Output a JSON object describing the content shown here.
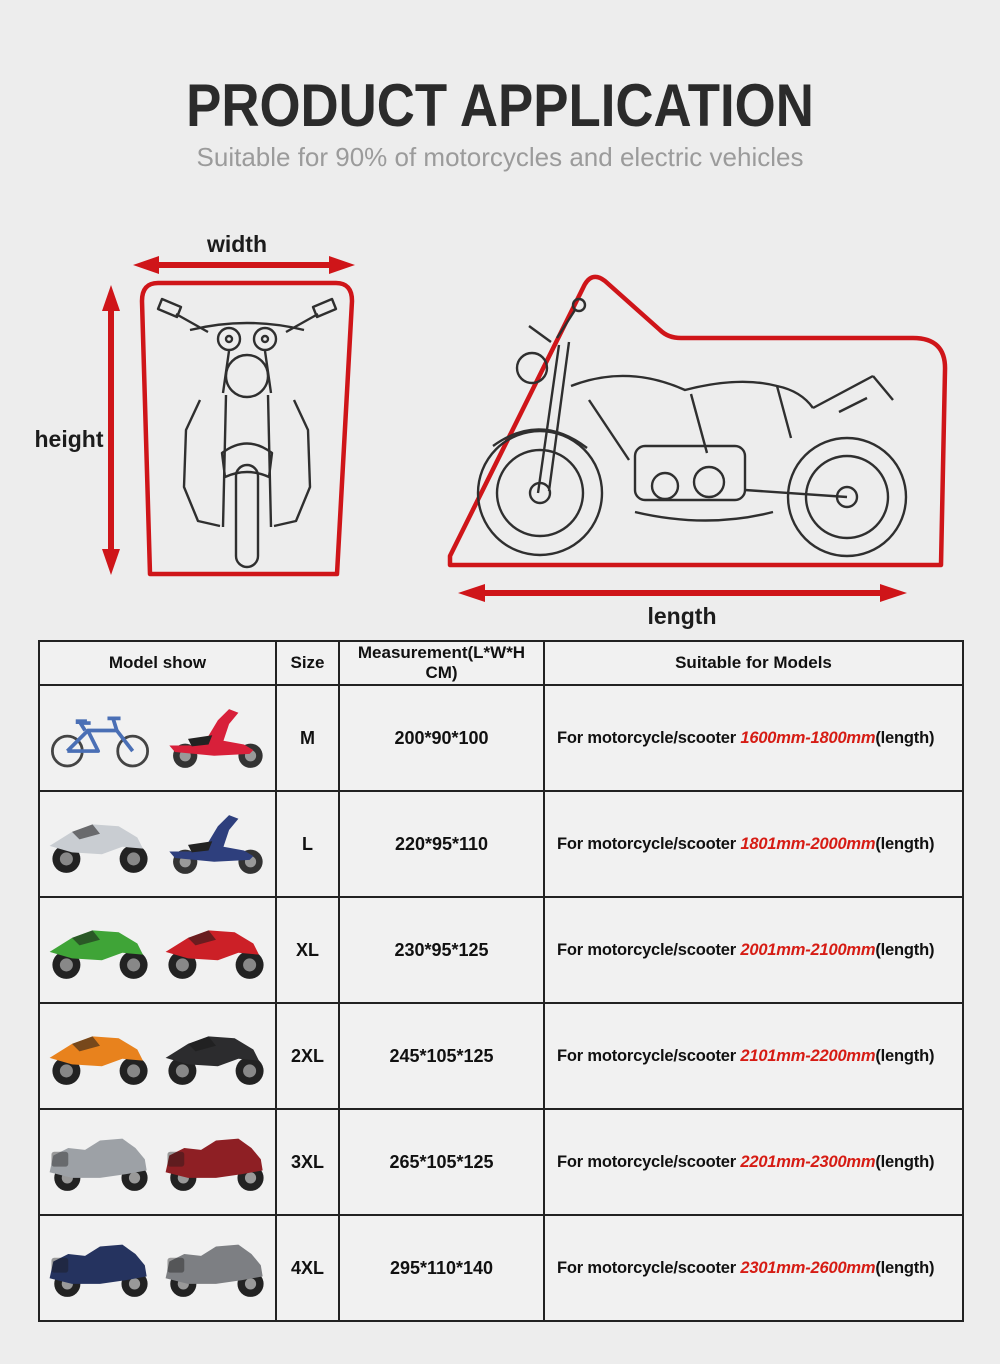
{
  "page": {
    "title": "PRODUCT APPLICATION",
    "subtitle": "Suitable for 90% of motorcycles and electric vehicles"
  },
  "colors": {
    "accent_red": "#d61c14",
    "cover_outline_red": "#cf1519",
    "sketch_line": "#2f2f2f"
  },
  "diagram": {
    "width_label": "width",
    "height_label": "height",
    "length_label": "length"
  },
  "table": {
    "headers": [
      "Model show",
      "Size",
      "Measurement(L*W*H CM)",
      "Suitable for Models"
    ],
    "rows": [
      {
        "size": "M",
        "measurement": "200*90*100",
        "suitable_prefix": "For motorcycle/scooter ",
        "suitable_range": "1600mm-1800mm",
        "suitable_suffix": "(length)",
        "vehicles": [
          {
            "type": "bicycle",
            "label": "blue electric bicycle",
            "color": "#4a6fb5"
          },
          {
            "type": "scooter",
            "label": "red electric scooter",
            "color": "#d8203a"
          }
        ]
      },
      {
        "size": "L",
        "measurement": "220*95*110",
        "suitable_prefix": "For motorcycle/scooter ",
        "suitable_range": "1801mm-2000mm",
        "suitable_suffix": "(length)",
        "vehicles": [
          {
            "type": "sport",
            "label": "white underbone motorcycle",
            "color": "#c9cdd2"
          },
          {
            "type": "scooter",
            "label": "dark blue scooter",
            "color": "#2e3f7d"
          }
        ]
      },
      {
        "size": "XL",
        "measurement": "230*95*125",
        "suitable_prefix": "For motorcycle/scooter ",
        "suitable_range": "2001mm-2100mm",
        "suitable_suffix": "(length)",
        "vehicles": [
          {
            "type": "sport",
            "label": "green sport motorcycle",
            "color": "#3fa437"
          },
          {
            "type": "sport",
            "label": "red sport motorcycle",
            "color": "#cc2027"
          }
        ]
      },
      {
        "size": "2XL",
        "measurement": "245*105*125",
        "suitable_prefix": "For motorcycle/scooter ",
        "suitable_range": "2101mm-2200mm",
        "suitable_suffix": "(length)",
        "vehicles": [
          {
            "type": "sport",
            "label": "orange dirt bike",
            "color": "#e8821d"
          },
          {
            "type": "sport",
            "label": "black naked motorcycle",
            "color": "#2c2c2e"
          }
        ]
      },
      {
        "size": "3XL",
        "measurement": "265*105*125",
        "suitable_prefix": "For motorcycle/scooter ",
        "suitable_range": "2201mm-2300mm",
        "suitable_suffix": "(length)",
        "vehicles": [
          {
            "type": "touring",
            "label": "silver sport touring motorcycle",
            "color": "#9da1a6"
          },
          {
            "type": "touring",
            "label": "dark red maxi scooter",
            "color": "#8e1f24"
          }
        ]
      },
      {
        "size": "4XL",
        "measurement": "295*110*140",
        "suitable_prefix": "For motorcycle/scooter ",
        "suitable_range": "2301mm-2600mm",
        "suitable_suffix": "(length)",
        "vehicles": [
          {
            "type": "touring",
            "label": "dark blue touring cruiser",
            "color": "#25335f"
          },
          {
            "type": "touring",
            "label": "gray touring motorcycle",
            "color": "#7d7f83"
          }
        ]
      }
    ]
  }
}
